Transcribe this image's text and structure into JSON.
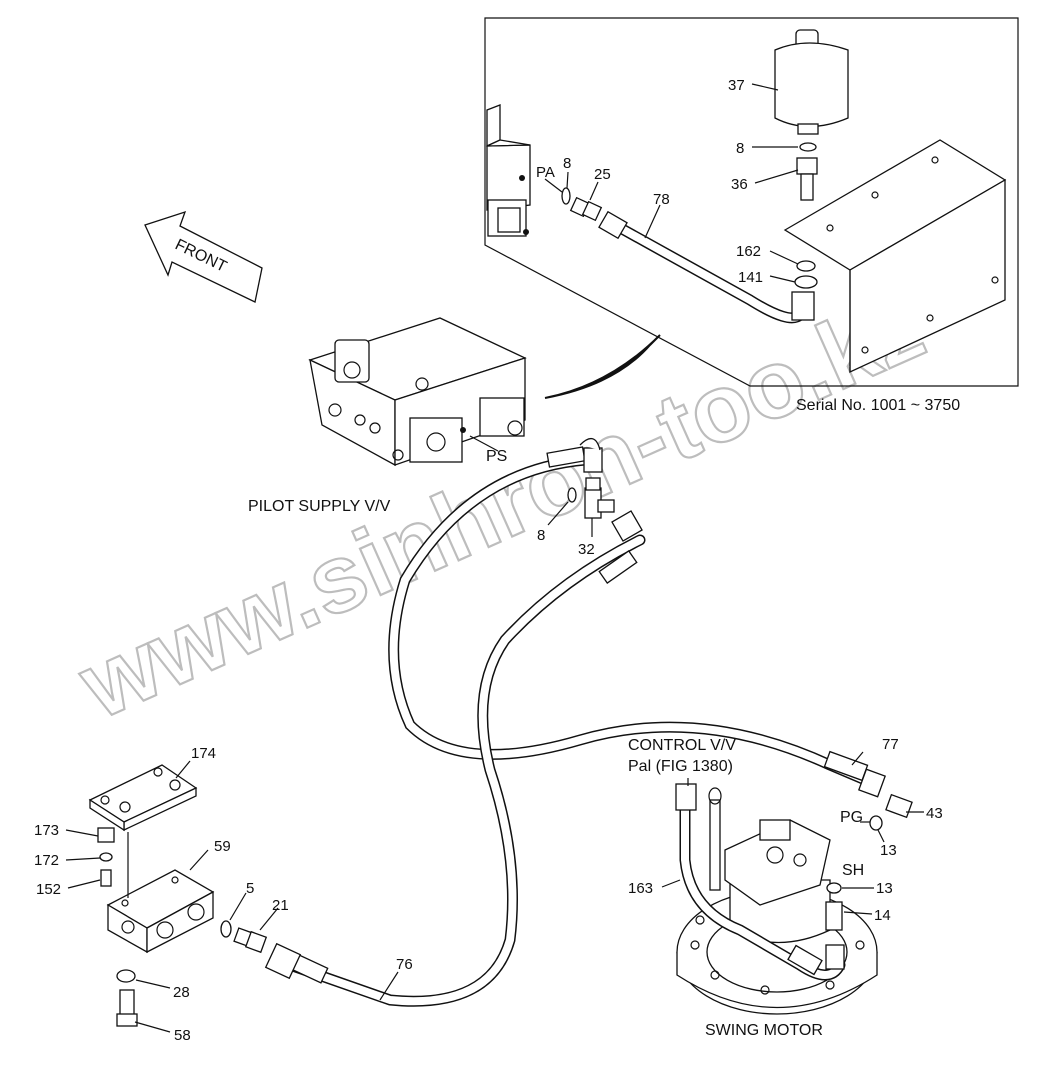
{
  "watermark": "www.sinhron-too.kz",
  "direction_arrow": "FRONT",
  "detail_inset": {
    "serial_note": "Serial No. 1001 ~ 3750",
    "labels": [
      "37",
      "8",
      "36",
      "162",
      "141",
      "78",
      "PA",
      "8",
      "25"
    ]
  },
  "components": {
    "pilot_supply": "PILOT SUPPLY V/V",
    "swing_motor": "SWING MOTOR",
    "control_vv_line1": "CONTROL V/V",
    "control_vv_line2": "Pal (FIG 1380)"
  },
  "port_labels": [
    "PS",
    "PG",
    "SH"
  ],
  "part_numbers": [
    "8",
    "32",
    "77",
    "43",
    "13",
    "13",
    "14",
    "163",
    "174",
    "173",
    "172",
    "152",
    "59",
    "5",
    "21",
    "76",
    "28",
    "58"
  ],
  "icons": [
    "front-arrow-icon"
  ]
}
